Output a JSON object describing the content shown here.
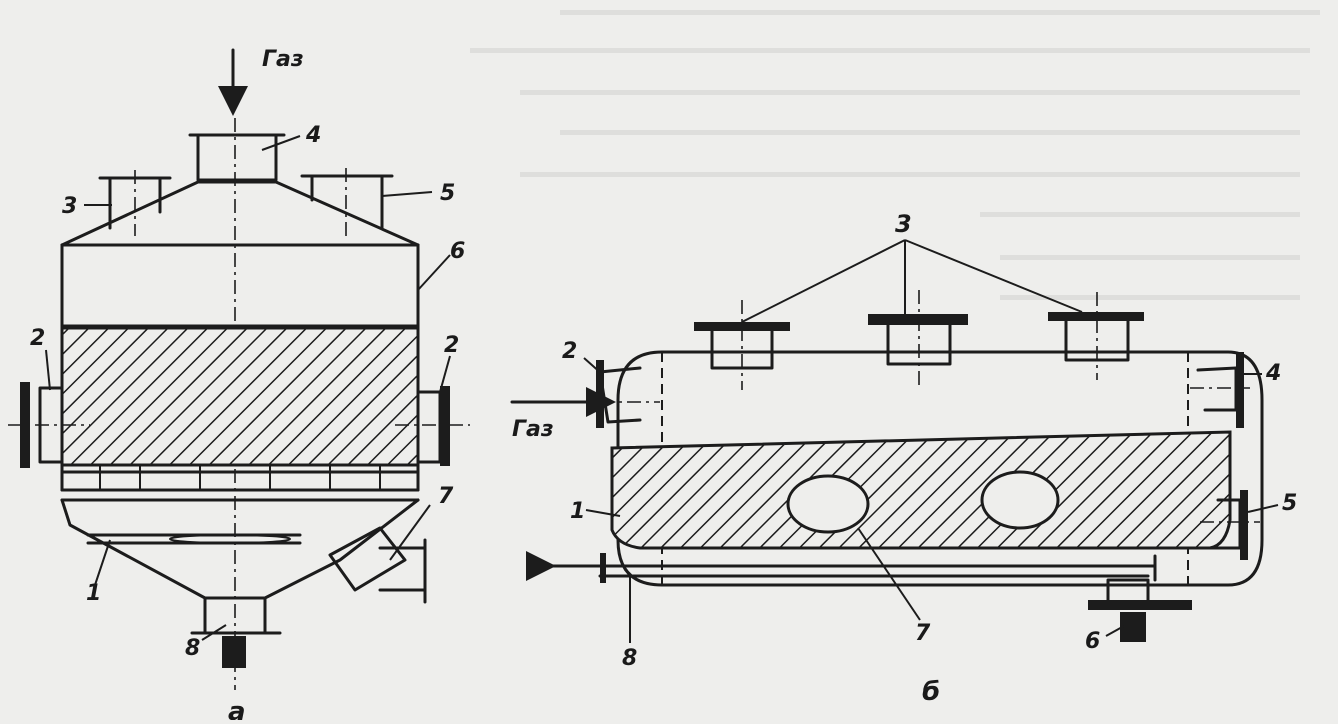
{
  "figure_a": {
    "gas_label": "Газ",
    "labels": {
      "l1": "1",
      "l2_left": "2",
      "l2_right": "2",
      "l3": "3",
      "l4": "4",
      "l5": "5",
      "l6": "6",
      "l7": "7",
      "l8": "8"
    },
    "caption": "а"
  },
  "figure_b": {
    "gas_label": "Газ",
    "labels": {
      "l1": "1",
      "l2": "2",
      "l3": "3",
      "l4": "4",
      "l5": "5",
      "l6": "6",
      "l7": "7",
      "l8": "8"
    },
    "caption": "б"
  },
  "colors": {
    "ink": "#1c1c1c",
    "paper": "#eeeeec",
    "bleed_text": "#c9c9c6"
  }
}
